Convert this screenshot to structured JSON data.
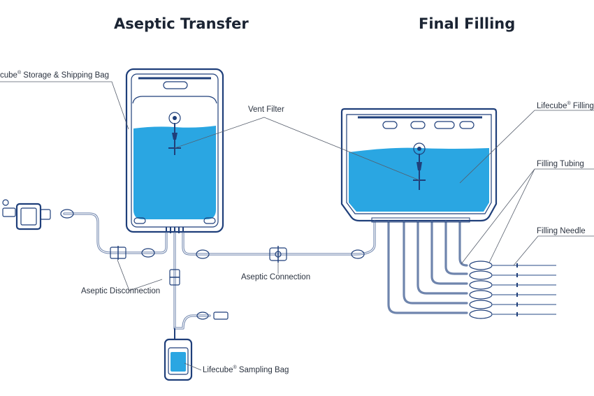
{
  "headings": {
    "left": "Aseptic Transfer",
    "right": "Final Filling"
  },
  "labels": {
    "storage_bag": "cube",
    "storage_bag_suffix": " Storage & Shipping Bag",
    "vent_filter": "Vent Filter",
    "filling_bag": "Lifecube",
    "filling_bag_suffix": " Filling",
    "filling_tubing": "Filling Tubing",
    "filling_needle": "Filling Needle",
    "aseptic_connection": "Aseptic Connection",
    "aseptic_disconnection": "Aseptic Disconnection",
    "sampling_bag": "Lifecube",
    "sampling_bag_suffix": " Sampling Bag",
    "registered_mark": "®"
  },
  "colors": {
    "outline": "#1f3f7a",
    "liquid": "#2aa6e2",
    "tube": "#6f85ad"
  }
}
